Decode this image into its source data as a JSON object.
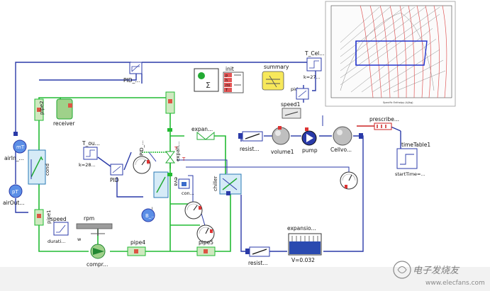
{
  "labels": {
    "pid_top": "PID_...",
    "init": "init",
    "summary": "summary",
    "t_cell": "T_Cel...",
    "k27": "k=27...",
    "pipe2": "pipe2",
    "receiver": "receiver",
    "pid_speed": "pid_...",
    "speed1": "speed1",
    "mt": "mT",
    "airin": "airIn_...",
    "pt": "pT",
    "airout": "airOut...",
    "cond": "cond",
    "t_ou": "T_ou...",
    "k28": "k=28...",
    "pid_mid": "PID",
    "pid_rot": "PID_...",
    "expans_rot": "expan...",
    "expan_top": "expan...",
    "resist1": "resist...",
    "volume1": "volume1",
    "pump": "pump",
    "cellvo": "Cellvo...",
    "prescribe": "prescribe...",
    "timetable1": "timeTable1",
    "starttime": "startTime=...",
    "chiller": "chiller",
    "eva": "eva",
    "con": "con...",
    "bt": "B_...",
    "speed": "speed",
    "durati": "durati...",
    "rpm": "rpm",
    "w": "w",
    "pipe1": "pipe1",
    "pipe4": "pipe4",
    "pipe5": "pipe5",
    "compr": "compr...",
    "expansio": "expansio...",
    "v032": "V=0.032",
    "resist2": "resist...",
    "init_rows": [
      "p",
      "h",
      "mi",
      "T"
    ],
    "plot_axis": "Specific Enthalpy (kJ/kg)",
    "watermark": "电子发烧友",
    "watermark_sub": "www.elecfans.com"
  },
  "colors": {
    "refrigerant": "#22bb33",
    "coolant": "#2a3aa8",
    "air": "#2a3aa8",
    "heat_signal": "#cc2222",
    "plot_cycle": "#2233cc",
    "plot_isotherm": "#e05a5a",
    "plot_grid": "#8c8c8c"
  },
  "icons": [
    "pid-block-icon",
    "sum-block-icon",
    "init-table-icon",
    "summary-block-icon",
    "temperature-sensor-icon",
    "pressure-gauge-icon",
    "pump-icon",
    "check-valve-icon",
    "expansion-valve-icon",
    "heat-exchanger-icon",
    "compressor-icon",
    "tank-icon",
    "step-signal-icon",
    "ramp-signal-icon",
    "prescribed-heat-flow-icon",
    "rpm-speed-icon"
  ]
}
